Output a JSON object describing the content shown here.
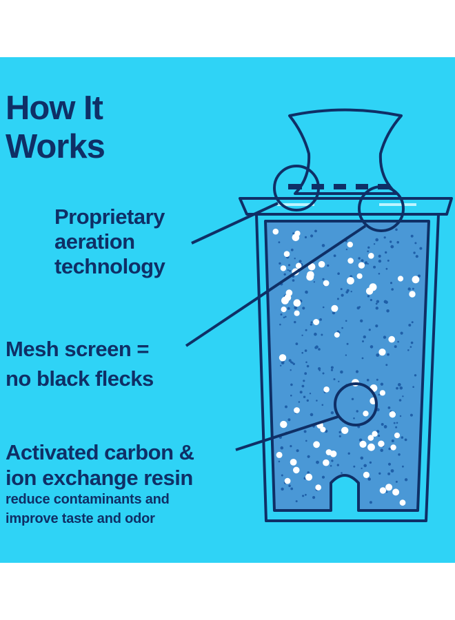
{
  "title": "How It\nWorks",
  "callouts": {
    "aeration": "Proprietary\naeration\ntechnology",
    "mesh": "Mesh screen =\nno black flecks",
    "carbon": "Activated carbon &\nion exchange resin",
    "carbon_detail": "reduce contaminants and\nimprove taste and odor"
  },
  "colors": {
    "background": "#2fd3f6",
    "text": "#0f2f66",
    "filter_fill": "#4a98d6",
    "beads": "#ffffff",
    "granules": "#1f5fa8"
  }
}
